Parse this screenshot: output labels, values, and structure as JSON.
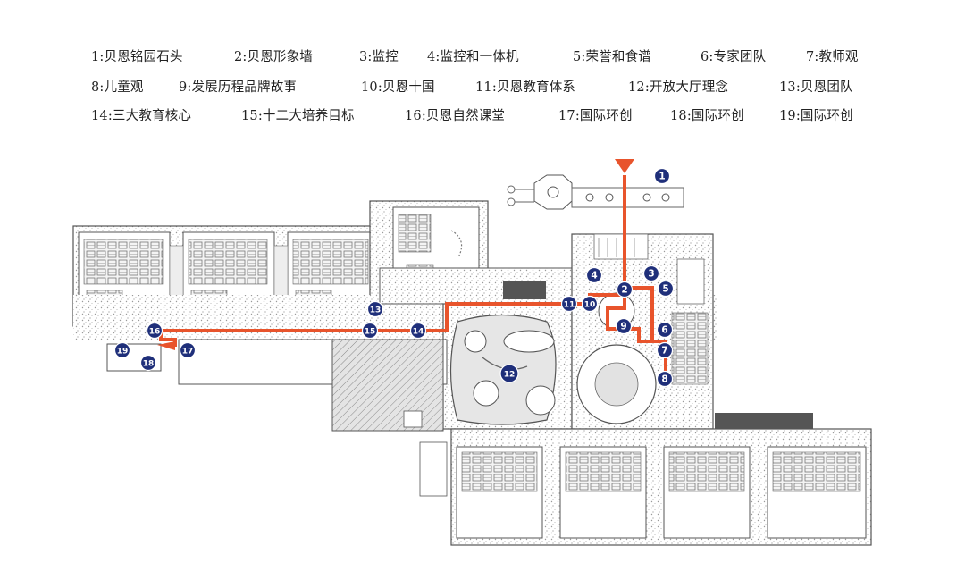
{
  "legend": [
    {
      "num": "1",
      "label": "贝恩铭园石头",
      "text": "1:贝恩铭园石头"
    },
    {
      "num": "2",
      "label": "贝恩形象墙",
      "text": "2:贝恩形象墙"
    },
    {
      "num": "3",
      "label": "监控",
      "text": "3:监控"
    },
    {
      "num": "4",
      "label": "监控和一体机",
      "text": "4:监控和一体机"
    },
    {
      "num": "5",
      "label": "荣誉和食谱",
      "text": "5:荣誉和食谱"
    },
    {
      "num": "6",
      "label": "专家团队",
      "text": "6:专家团队"
    },
    {
      "num": "7",
      "label": "教师观",
      "text": "7:教师观"
    },
    {
      "num": "8",
      "label": "儿童观",
      "text": "8:儿童观"
    },
    {
      "num": "9",
      "label": "发展历程品牌故事",
      "text": "9:发展历程品牌故事"
    },
    {
      "num": "10",
      "label": "贝恩十国",
      "text": "10:贝恩十国"
    },
    {
      "num": "11",
      "label": "贝恩教育体系",
      "text": "11:贝恩教育体系"
    },
    {
      "num": "12",
      "label": "开放大厅理念",
      "text": "12:开放大厅理念"
    },
    {
      "num": "13",
      "label": "贝恩团队",
      "text": "13:贝恩团队"
    },
    {
      "num": "14",
      "label": "三大教育核心",
      "text": "14:三大教育核心"
    },
    {
      "num": "15",
      "label": "十二大培养目标",
      "text": "15:十二大培养目标"
    },
    {
      "num": "16",
      "label": "贝恩自然课堂",
      "text": "16:贝恩自然课堂"
    },
    {
      "num": "17",
      "label": "国际环创",
      "text": "17:国际环创"
    },
    {
      "num": "18",
      "label": "国际环创",
      "text": "18:国际环创"
    },
    {
      "num": "19",
      "label": "国际环创",
      "text": "19:国际环创"
    }
  ],
  "markers": [
    "1",
    "2",
    "3",
    "4",
    "5",
    "6",
    "7",
    "8",
    "9",
    "10",
    "11",
    "12",
    "13",
    "14",
    "15",
    "16",
    "17",
    "18",
    "19"
  ],
  "colors": {
    "route": "#e8542c",
    "marker_fill": "#1f2f7a",
    "wall": "#555555",
    "hatch": "#8a8a8a",
    "floor_texture": "#b8b8b8",
    "text": "#222222"
  },
  "icons": {
    "route_start": "down-arrow-icon"
  }
}
